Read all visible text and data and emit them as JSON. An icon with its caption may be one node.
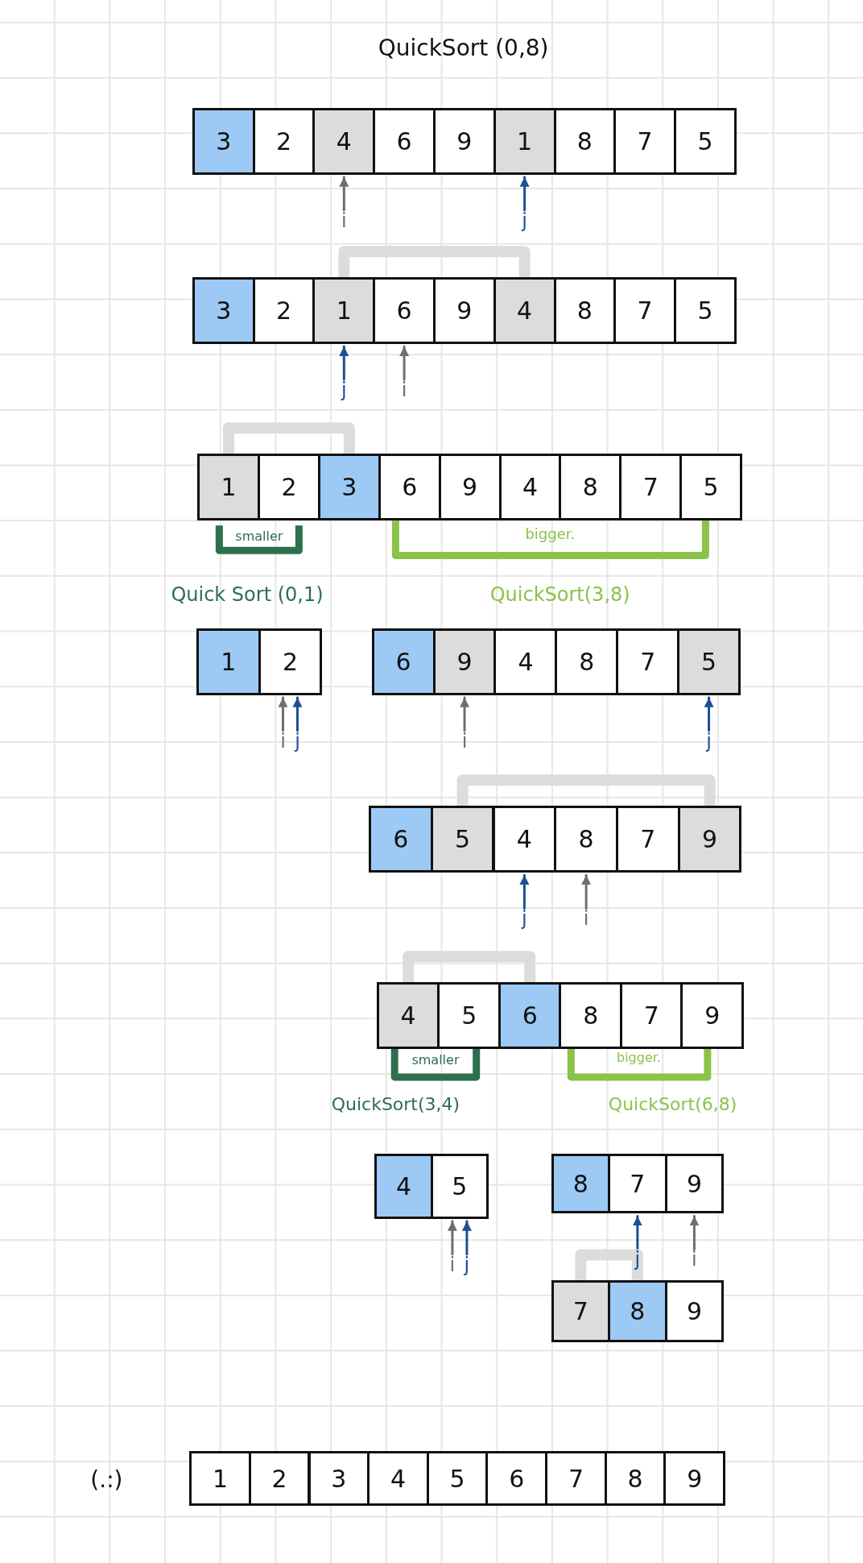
{
  "diagram": {
    "title": "QuickSort (0,8)",
    "nodes": [
      {
        "text": [
          "3"
        ]
      },
      {
        "text": [
          "2"
        ]
      },
      {
        "text": [
          "4"
        ]
      },
      {
        "text": [
          "6"
        ]
      },
      {
        "text": [
          "9"
        ]
      },
      {
        "text": [
          "1"
        ]
      },
      {
        "text": [
          "8"
        ]
      },
      {
        "text": [
          "7"
        ]
      },
      {
        "text": [
          "5"
        ]
      },
      {
        "text": [
          "i"
        ]
      },
      {
        "text": [
          "j"
        ]
      },
      {
        "text": [
          "3"
        ]
      },
      {
        "text": [
          "2"
        ]
      },
      {
        "text": [
          "1"
        ]
      },
      {
        "text": [
          "6"
        ]
      },
      {
        "text": [
          "9"
        ]
      },
      {
        "text": [
          "4"
        ]
      },
      {
        "text": [
          "8"
        ]
      },
      {
        "text": [
          "7"
        ]
      },
      {
        "text": [
          "5"
        ]
      },
      {
        "text": [
          "j"
        ]
      },
      {
        "text": [
          "i"
        ]
      },
      {
        "text": [
          "1"
        ]
      },
      {
        "text": [
          "2"
        ]
      },
      {
        "text": [
          "3"
        ]
      },
      {
        "text": [
          "6"
        ]
      },
      {
        "text": [
          "9"
        ]
      },
      {
        "text": [
          "4"
        ]
      },
      {
        "text": [
          "8"
        ]
      },
      {
        "text": [
          "7"
        ]
      },
      {
        "text": [
          "5"
        ]
      },
      {
        "text": [
          "1"
        ]
      },
      {
        "text": [
          "2"
        ]
      },
      {
        "text": [
          "6"
        ]
      },
      {
        "text": [
          "9"
        ]
      },
      {
        "text": [
          "4"
        ]
      },
      {
        "text": [
          "8"
        ]
      },
      {
        "text": [
          "7"
        ]
      },
      {
        "text": [
          "5"
        ]
      },
      {
        "text": [
          "i"
        ]
      },
      {
        "text": [
          "j"
        ]
      },
      {
        "text": [
          "i"
        ]
      },
      {
        "text": [
          "j"
        ]
      },
      {
        "text": [
          "6"
        ]
      },
      {
        "text": [
          "5"
        ]
      },
      {
        "text": [
          "4"
        ]
      },
      {
        "text": [
          "8"
        ]
      },
      {
        "text": [
          "7"
        ]
      },
      {
        "text": [
          "9"
        ]
      },
      {
        "text": [
          "j"
        ]
      },
      {
        "text": [
          "i"
        ]
      },
      {
        "text": [
          "4"
        ]
      },
      {
        "text": [
          "5"
        ]
      },
      {
        "text": [
          "6"
        ]
      },
      {
        "text": [
          "8"
        ]
      },
      {
        "text": [
          "7"
        ]
      },
      {
        "text": [
          "9"
        ]
      },
      {
        "text": [
          "4"
        ]
      },
      {
        "text": [
          "5"
        ]
      },
      {
        "text": [
          "8"
        ]
      },
      {
        "text": [
          "7"
        ]
      },
      {
        "text": [
          "9"
        ]
      },
      {
        "text": [
          "i"
        ]
      },
      {
        "text": [
          "j"
        ]
      },
      {
        "text": [
          "j"
        ]
      },
      {
        "text": [
          "i"
        ]
      },
      {
        "text": [
          "7"
        ]
      },
      {
        "text": [
          "8"
        ]
      },
      {
        "text": [
          "9"
        ]
      },
      {
        "text": [
          "1"
        ]
      },
      {
        "text": [
          "2"
        ]
      },
      {
        "text": [
          "3"
        ]
      },
      {
        "text": [
          "4"
        ]
      },
      {
        "text": [
          "5"
        ]
      },
      {
        "text": [
          "6"
        ]
      },
      {
        "text": [
          "7"
        ]
      },
      {
        "text": [
          "8"
        ]
      },
      {
        "text": [
          "9"
        ]
      }
    ],
    "edges": [
      {
        "from": 9,
        "to": 2,
        "arrow": "to",
        "color": "#6e6e6e"
      },
      {
        "from": 10,
        "to": 5,
        "arrow": "to",
        "color": "#1d4f91"
      },
      {
        "from": 13,
        "to": 16,
        "arrow": "none",
        "style": "thick",
        "color": "#dcdcdc"
      },
      {
        "from": 20,
        "to": 13,
        "arrow": "to",
        "color": "#1d4f91"
      },
      {
        "from": 21,
        "to": 14,
        "arrow": "to",
        "color": "#6e6e6e"
      },
      {
        "from": 22,
        "to": 24,
        "arrow": "none",
        "style": "thick",
        "color": "#dcdcdc"
      },
      {
        "from": 39,
        "to": 32,
        "arrow": "to",
        "color": "#6e6e6e"
      },
      {
        "from": 40,
        "to": 32,
        "arrow": "to",
        "color": "#1d4f91"
      },
      {
        "from": 41,
        "to": 34,
        "arrow": "to",
        "color": "#6e6e6e"
      },
      {
        "from": 42,
        "to": 38,
        "arrow": "to",
        "color": "#1d4f91"
      },
      {
        "from": 44,
        "to": 48,
        "arrow": "none",
        "style": "thick",
        "color": "#dcdcdc"
      },
      {
        "from": 49,
        "to": 45,
        "arrow": "to",
        "color": "#1d4f91"
      },
      {
        "from": 50,
        "to": 46,
        "arrow": "to",
        "color": "#6e6e6e"
      },
      {
        "from": 51,
        "to": 53,
        "arrow": "none",
        "style": "thick",
        "color": "#dcdcdc"
      },
      {
        "from": 62,
        "to": 58,
        "arrow": "to",
        "color": "#6e6e6e"
      },
      {
        "from": 63,
        "to": 58,
        "arrow": "to",
        "color": "#1d4f91"
      },
      {
        "from": 64,
        "to": 60,
        "arrow": "to",
        "color": "#1d4f91"
      },
      {
        "from": 65,
        "to": 61,
        "arrow": "to",
        "color": "#6e6e6e"
      },
      {
        "from": 66,
        "to": 67,
        "arrow": "none",
        "style": "thick",
        "color": "#dcdcdc"
      }
    ],
    "labels": [
      "smaller",
      "bigger.",
      "Quick Sort (0,1)",
      "QuickSort(3,8)",
      "smaller",
      "bigger.",
      "QuickSort(3,4)",
      "QuickSort(6,8)",
      "(.:)"
    ]
  }
}
